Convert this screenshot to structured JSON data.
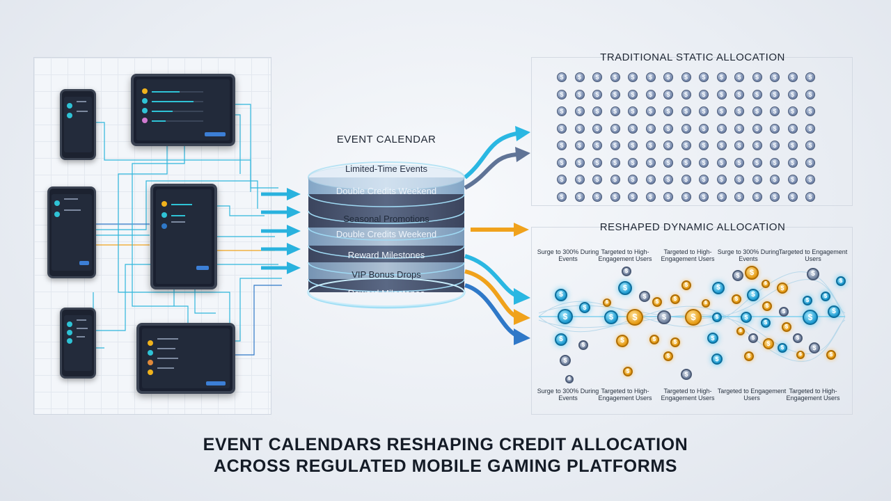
{
  "calendar": {
    "title": "EVENT CALENDAR",
    "layers": [
      "Limited-Time Events",
      "Double Credits Weekend",
      "Seasonal Promotions",
      "Double Credits Weekend",
      "Reward Milestones",
      "VIP Bonus Drops",
      "Reward Milestones"
    ]
  },
  "traditional": {
    "title": "TRADITIONAL STATIC ALLOCATION",
    "coin_symbol": "$"
  },
  "dynamic": {
    "title": "RESHAPED DYNAMIC ALLOCATION",
    "top_labels": [
      "Surge to 300% During Events",
      "Targeted to High-Engagement Users",
      "Targeted to High-Engagement Users",
      "Surge to 300% During Events",
      "Targeted to Engagement Users"
    ],
    "bottom_labels": [
      "Surge to 300% During Events",
      "Targeted to High-Engagement Users",
      "Targeted to High-Engagement Users",
      "Targeted to Engagement Users",
      "Targeted to High-Engagement Users"
    ]
  },
  "headline": {
    "line1": "EVENT CALENDARS RESHAPING CREDIT ALLOCATION",
    "line2": "ACROSS REGULATED MOBILE GAMING PLATFORMS"
  },
  "colors": {
    "cyan": "#2fc3e6",
    "blue": "#2f78c8",
    "gold": "#f0a21c",
    "slate": "#5b6a86"
  }
}
